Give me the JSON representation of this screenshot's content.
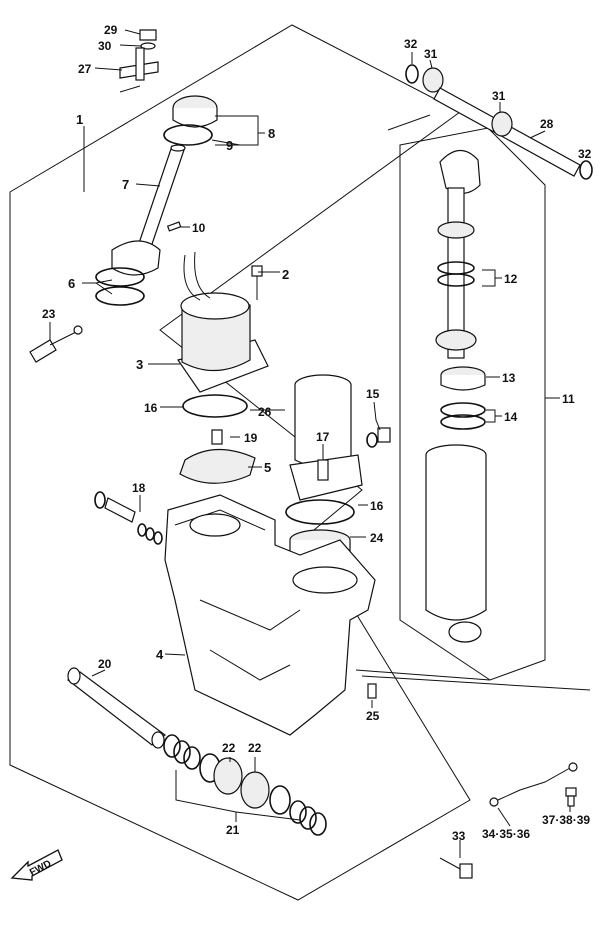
{
  "callouts": {
    "c1": "1",
    "c2": "2",
    "c3": "3",
    "c4": "4",
    "c5": "5",
    "c6": "6",
    "c7": "7",
    "c8": "8",
    "c9": "9",
    "c10": "10",
    "c11": "11",
    "c12": "12",
    "c13": "13",
    "c14": "14",
    "c15": "15",
    "c16a": "16",
    "c16b": "16",
    "c17": "17",
    "c18": "18",
    "c19": "19",
    "c20": "20",
    "c21": "21",
    "c22a": "22",
    "c22b": "22",
    "c23": "23",
    "c24": "24",
    "c25": "25",
    "c26": "26",
    "c27": "27",
    "c28": "28",
    "c29": "29",
    "c30": "30",
    "c31a": "31",
    "c31b": "31",
    "c32a": "32",
    "c32b": "32",
    "c33": "33",
    "c343536": "34·35·36",
    "c373839": "37·38·39"
  },
  "fwd": "FWD"
}
